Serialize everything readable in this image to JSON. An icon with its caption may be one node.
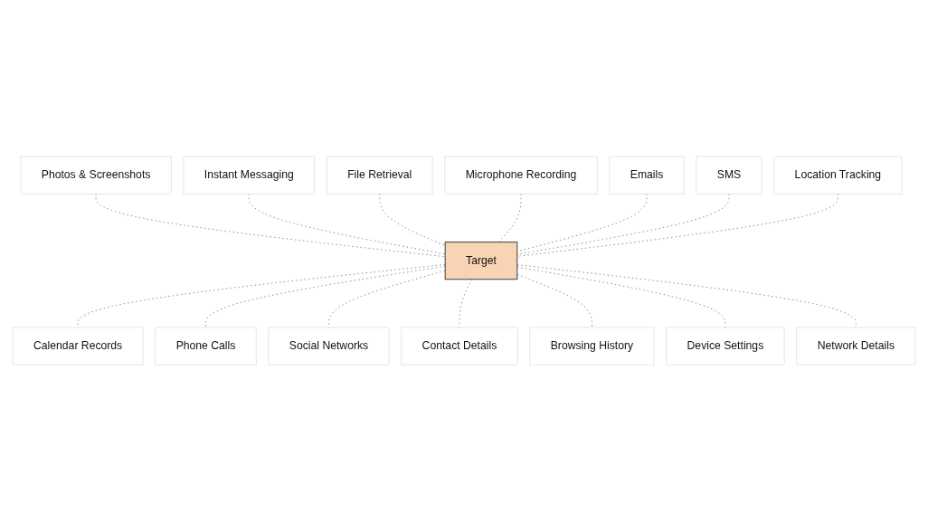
{
  "diagram": {
    "nodes": [
      {
        "text": [
          "Target"
        ]
      },
      {
        "text": [
          "Photos & Screenshots"
        ]
      },
      {
        "text": [
          "Instant Messaging"
        ]
      },
      {
        "text": [
          "File Retrieval"
        ]
      },
      {
        "text": [
          "Microphone Recording"
        ]
      },
      {
        "text": [
          "Emails"
        ]
      },
      {
        "text": [
          "SMS"
        ]
      },
      {
        "text": [
          "Location Tracking"
        ]
      },
      {
        "text": [
          "Calendar Records"
        ]
      },
      {
        "text": [
          "Phone Calls"
        ]
      },
      {
        "text": [
          "Social Networks"
        ]
      },
      {
        "text": [
          "Contact Details"
        ]
      },
      {
        "text": [
          "Browsing History"
        ]
      },
      {
        "text": [
          "Device Settings"
        ]
      },
      {
        "text": [
          "Network Details"
        ]
      }
    ],
    "edges": [
      {
        "from": 1,
        "to": 0,
        "arrow": "none",
        "style": "dashed"
      },
      {
        "from": 2,
        "to": 0,
        "arrow": "none",
        "style": "dashed"
      },
      {
        "from": 3,
        "to": 0,
        "arrow": "none",
        "style": "dashed"
      },
      {
        "from": 4,
        "to": 0,
        "arrow": "none",
        "style": "dashed"
      },
      {
        "from": 5,
        "to": 0,
        "arrow": "none",
        "style": "dashed"
      },
      {
        "from": 6,
        "to": 0,
        "arrow": "none",
        "style": "dashed"
      },
      {
        "from": 7,
        "to": 0,
        "arrow": "none",
        "style": "dashed"
      },
      {
        "from": 0,
        "to": 8,
        "arrow": "none",
        "style": "dashed"
      },
      {
        "from": 0,
        "to": 9,
        "arrow": "none",
        "style": "dashed"
      },
      {
        "from": 0,
        "to": 10,
        "arrow": "none",
        "style": "dashed"
      },
      {
        "from": 0,
        "to": 11,
        "arrow": "none",
        "style": "dashed"
      },
      {
        "from": 0,
        "to": 12,
        "arrow": "none",
        "style": "dashed"
      },
      {
        "from": 0,
        "to": 13,
        "arrow": "none",
        "style": "dashed"
      },
      {
        "from": 0,
        "to": 14,
        "arrow": "none",
        "style": "dashed"
      }
    ]
  }
}
